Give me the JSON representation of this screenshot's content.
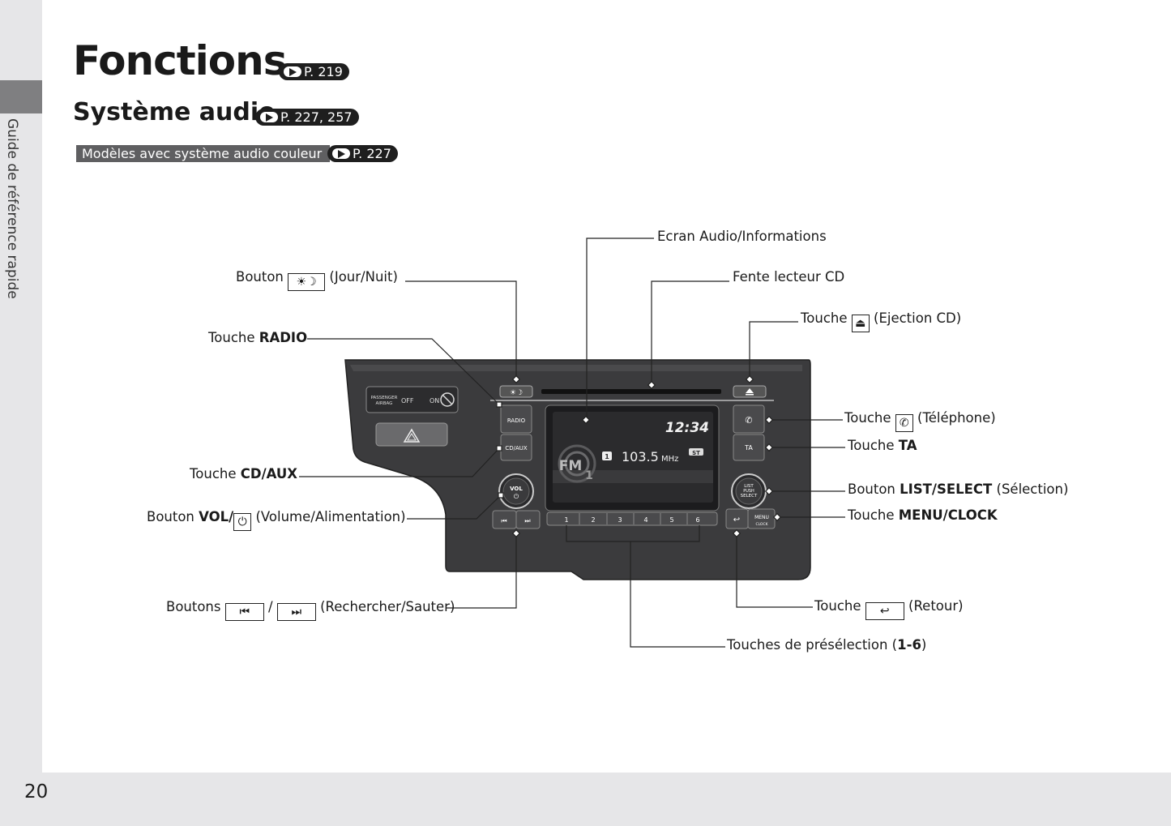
{
  "sidebar": {
    "label": "Guide de référence rapide"
  },
  "page_number": "20",
  "heading": {
    "title": "Fonctions",
    "ref": "P. 219"
  },
  "subheading": {
    "title": "Système audio",
    "ref": "P. 227, 257"
  },
  "model_note": {
    "text": "Modèles avec système audio couleur",
    "ref": "P. 227"
  },
  "labels": {
    "ecran": "Ecran Audio/Informations",
    "fente": "Fente lecteur CD",
    "jour_pre": "Bouton",
    "jour_post": "(Jour/Nuit)",
    "eject_pre": "Touche",
    "eject_post": "(Ejection CD)",
    "radio_pre": "Touche ",
    "radio_bold": "RADIO",
    "tel_pre": "Touche",
    "tel_post": "(Téléphone)",
    "ta_pre": "Touche ",
    "ta_bold": "TA",
    "cdaux_pre": "Touche ",
    "cdaux_bold": "CD/AUX",
    "list_pre": "Bouton ",
    "list_bold": "LIST/SELECT",
    "list_post": " (Sélection)",
    "vol_pre": "Bouton ",
    "vol_bold": "VOL",
    "vol_post": "(Volume/Alimentation)",
    "menu_pre": "Touche ",
    "menu_bold": "MENU/CLOCK",
    "seek_pre": "Boutons",
    "seek_sep": "/",
    "seek_post": "(Rechercher/Sauter)",
    "retour_pre": "Touche",
    "retour_post": "(Retour)",
    "preset_pre": "Touches de présélection (",
    "preset_bold": "1-6",
    "preset_post": ")"
  },
  "unit": {
    "airbag_line1": "PASSENGER",
    "airbag_line2": "AIRBAG",
    "airbag_off": "OFF",
    "airbag_on": "ON",
    "radio_btn": "RADIO",
    "cdaux_btn": "CD/AUX",
    "ta_btn": "TA",
    "vol_btn": "VOL",
    "list_l1": "LIST",
    "list_l2": "PUSH",
    "list_l3": "SELECT",
    "menu_l1": "MENU",
    "menu_l2": "CLOCK",
    "clock": "12:34",
    "band": "FM",
    "band_num": "1",
    "preset_no": "1",
    "frequency": "103.5",
    "freq_unit": "MHz",
    "stereo": "ST",
    "presets": [
      "1",
      "2",
      "3",
      "4",
      "5",
      "6"
    ]
  },
  "colors": {
    "panel": "#3b3b3d",
    "sidebar": "#e6e6e8",
    "tab": "#7f7f81",
    "screen": "#2b2b2d"
  }
}
